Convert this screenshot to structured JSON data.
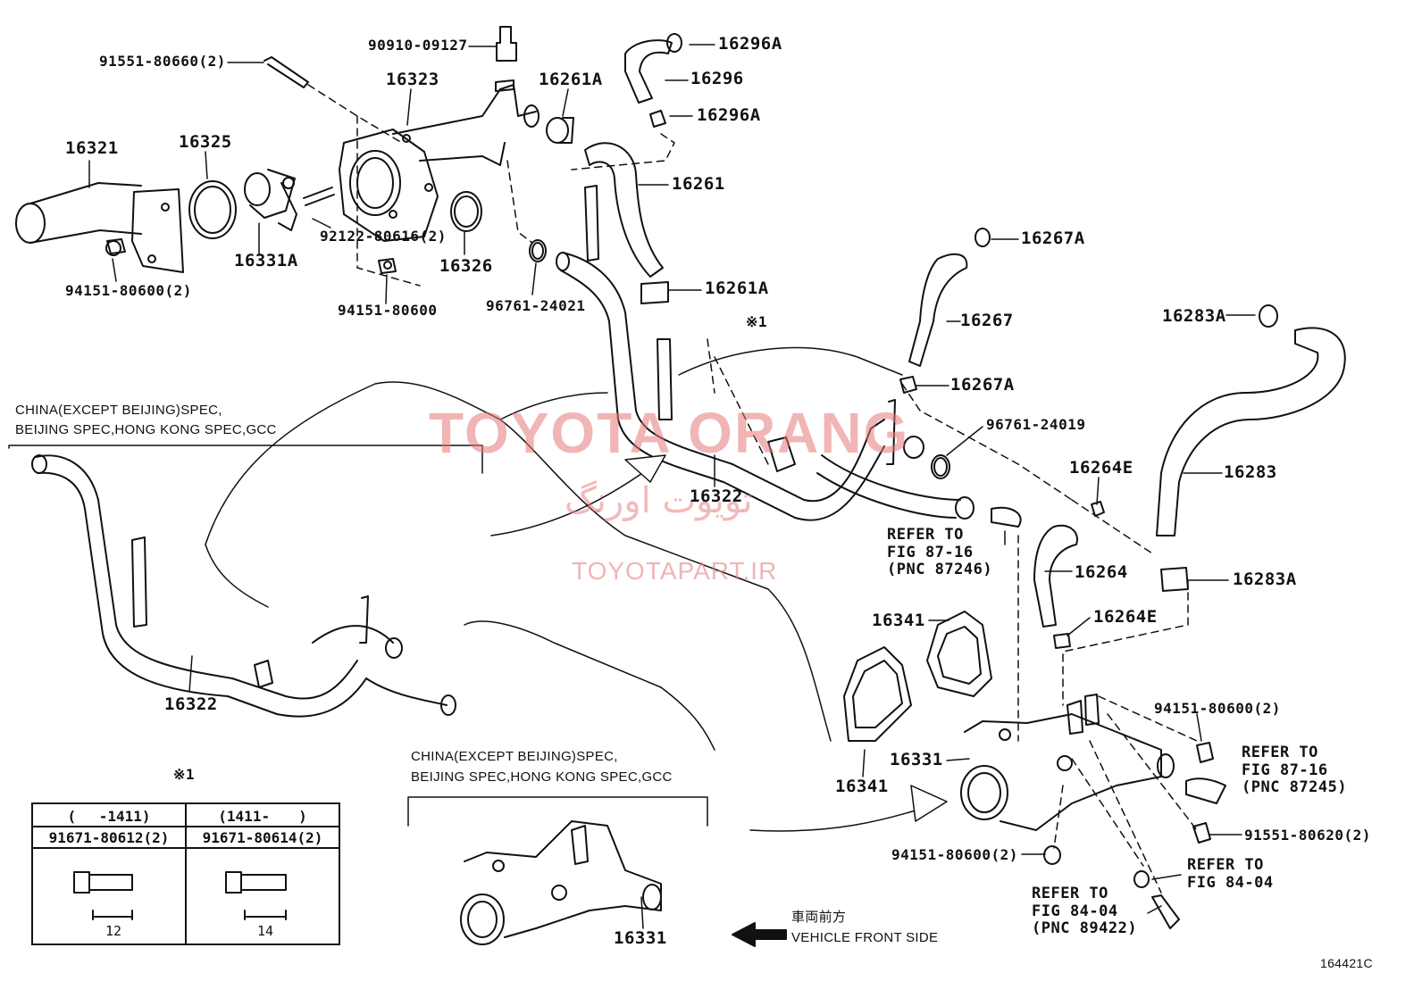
{
  "diagram_id": "164421C",
  "watermark": {
    "brand": "TOYOTA ORANG",
    "persian": "تویوت اورنگ",
    "site": "TOYOTAPART.IR"
  },
  "labels": {
    "p91551_80660": "91551-80660(2)",
    "p90910_09127": "90910-09127",
    "p16323": "16323",
    "p16261A_top": "16261A",
    "p16296A_top": "16296A",
    "p16296": "16296",
    "p16296A_mid": "16296A",
    "p16321": "16321",
    "p16325": "16325",
    "p16261": "16261",
    "p92122_80616": "92122-80616(2)",
    "p16331A": "16331A",
    "p16326": "16326",
    "p94151_80600_2_left": "94151-80600(2)",
    "p94151_80600": "94151-80600",
    "p96761_24021": "96761-24021",
    "p16261A_mid": "16261A",
    "p16267A_top": "16267A",
    "p16267": "16267",
    "p16267A_bot": "16267A",
    "p16283A_top": "16283A",
    "p96761_24019": "96761-24019",
    "p16283": "16283",
    "p16264E_top": "16264E",
    "p16322_main": "16322",
    "p16264": "16264",
    "p16283A_bot": "16283A",
    "p16264E_bot": "16264E",
    "p16341_top": "16341",
    "p16331_main": "16331",
    "p16341_bot": "16341",
    "p94151_80600_2_right": "94151-80600(2)",
    "p91551_80620": "91551-80620(2)",
    "p94151_80600_2_bot": "94151-80600(2)",
    "p16322_left": "16322",
    "p16331_inset": "16331",
    "mark_1": "※1"
  },
  "refs": {
    "ref_87_16_a": [
      "REFER TO",
      "FIG 87-16",
      "(PNC 87246)"
    ],
    "ref_87_16_b": [
      "REFER TO",
      "FIG 87-16",
      "(PNC 87245)"
    ],
    "ref_84_04_a": [
      "REFER TO",
      "FIG 84-04"
    ],
    "ref_84_04_b": [
      "REFER TO",
      "FIG 84-04",
      "(PNC 89422)"
    ]
  },
  "notes": {
    "spec_left_1": "CHINA(EXCEPT BEIJING)SPEC,",
    "spec_left_2": "BEIJING SPEC,HONG KONG SPEC,GCC",
    "spec_bot_1": "CHINA(EXCEPT BEIJING)SPEC,",
    "spec_bot_2": "BEIJING SPEC,HONG KONG SPEC,GCC",
    "front_cn": "車両前方",
    "front_en": "VEHICLE FRONT SIDE"
  },
  "bolt_table": {
    "mark": "※1",
    "columns": [
      {
        "range": "(　 -1411)",
        "part": "91671-80612(2)",
        "length": "12"
      },
      {
        "range": "(1411-　　)",
        "part": "91671-80614(2)",
        "length": "14"
      }
    ]
  }
}
